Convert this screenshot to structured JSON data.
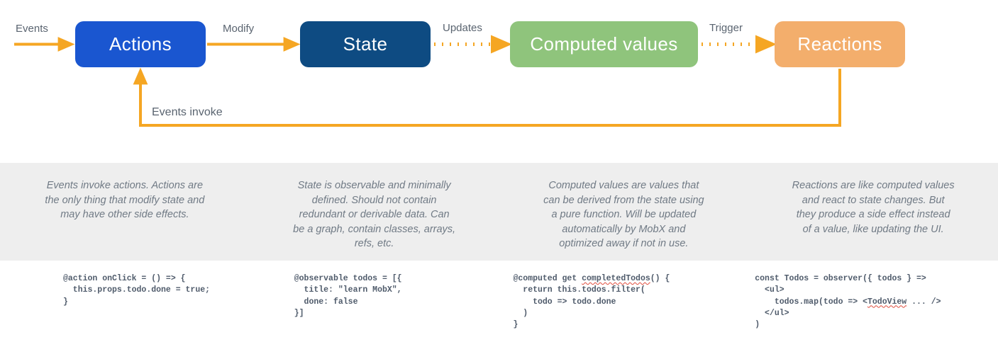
{
  "diagram": {
    "nodes": [
      {
        "id": "actions",
        "label": "Actions",
        "color": "#1a56d0"
      },
      {
        "id": "state",
        "label": "State",
        "color": "#0e4b82"
      },
      {
        "id": "computed",
        "label": "Computed values",
        "color": "#8fc47c"
      },
      {
        "id": "reactions",
        "label": "Reactions",
        "color": "#f3ae6c"
      }
    ],
    "edges": [
      {
        "id": "events",
        "label": "Events",
        "style": "solid",
        "from": "",
        "to": "actions"
      },
      {
        "id": "modify",
        "label": "Modify",
        "style": "solid",
        "from": "actions",
        "to": "state"
      },
      {
        "id": "updates",
        "label": "Updates",
        "style": "dotted",
        "from": "state",
        "to": "computed"
      },
      {
        "id": "trigger",
        "label": "Trigger",
        "style": "dotted",
        "from": "computed",
        "to": "reactions"
      },
      {
        "id": "events-invoke",
        "label": "Events invoke",
        "style": "solid",
        "from": "reactions",
        "to": "actions"
      }
    ],
    "arrow_color": "#f5a623"
  },
  "descriptions": [
    "Events invoke actions. Actions are the only thing that modify state and may have other side effects.",
    "State is observable and minimally defined. Should not contain redundant or derivable data. Can be a graph, contain classes, arrays, refs, etc.",
    "Computed values are values that can be derived from the state using a pure function. Will be updated automatically by MobX and optimized away if not in use.",
    "Reactions are like computed values and react to state changes. But they produce a side effect instead of a value, like updating the UI."
  ],
  "code_samples": [
    {
      "id": "actions",
      "code": "@action onClick = () => {\n  this.props.todo.done = true;\n}"
    },
    {
      "id": "state",
      "code": "@observable todos = [{\n  title: \"learn MobX\",\n  done: false\n}]"
    },
    {
      "id": "computed",
      "pre": "@computed get ",
      "misspelled": "completedTodos",
      "post": "() {\n  return this.todos.filter(\n    todo => todo.done\n  )\n}"
    },
    {
      "id": "reactions",
      "pre": "const Todos = observer({ todos } =>\n  <ul>\n    todos.map(todo => <",
      "misspelled": "TodoView",
      "post": " ... />\n  </ul>\n)"
    }
  ],
  "theme": {
    "band_background": "#eeeeee",
    "page_background": "#ffffff",
    "description_text_color": "#707a85",
    "code_text_color": "#4f5b6b",
    "spellcheck_underline_color": "#e04b3c"
  }
}
